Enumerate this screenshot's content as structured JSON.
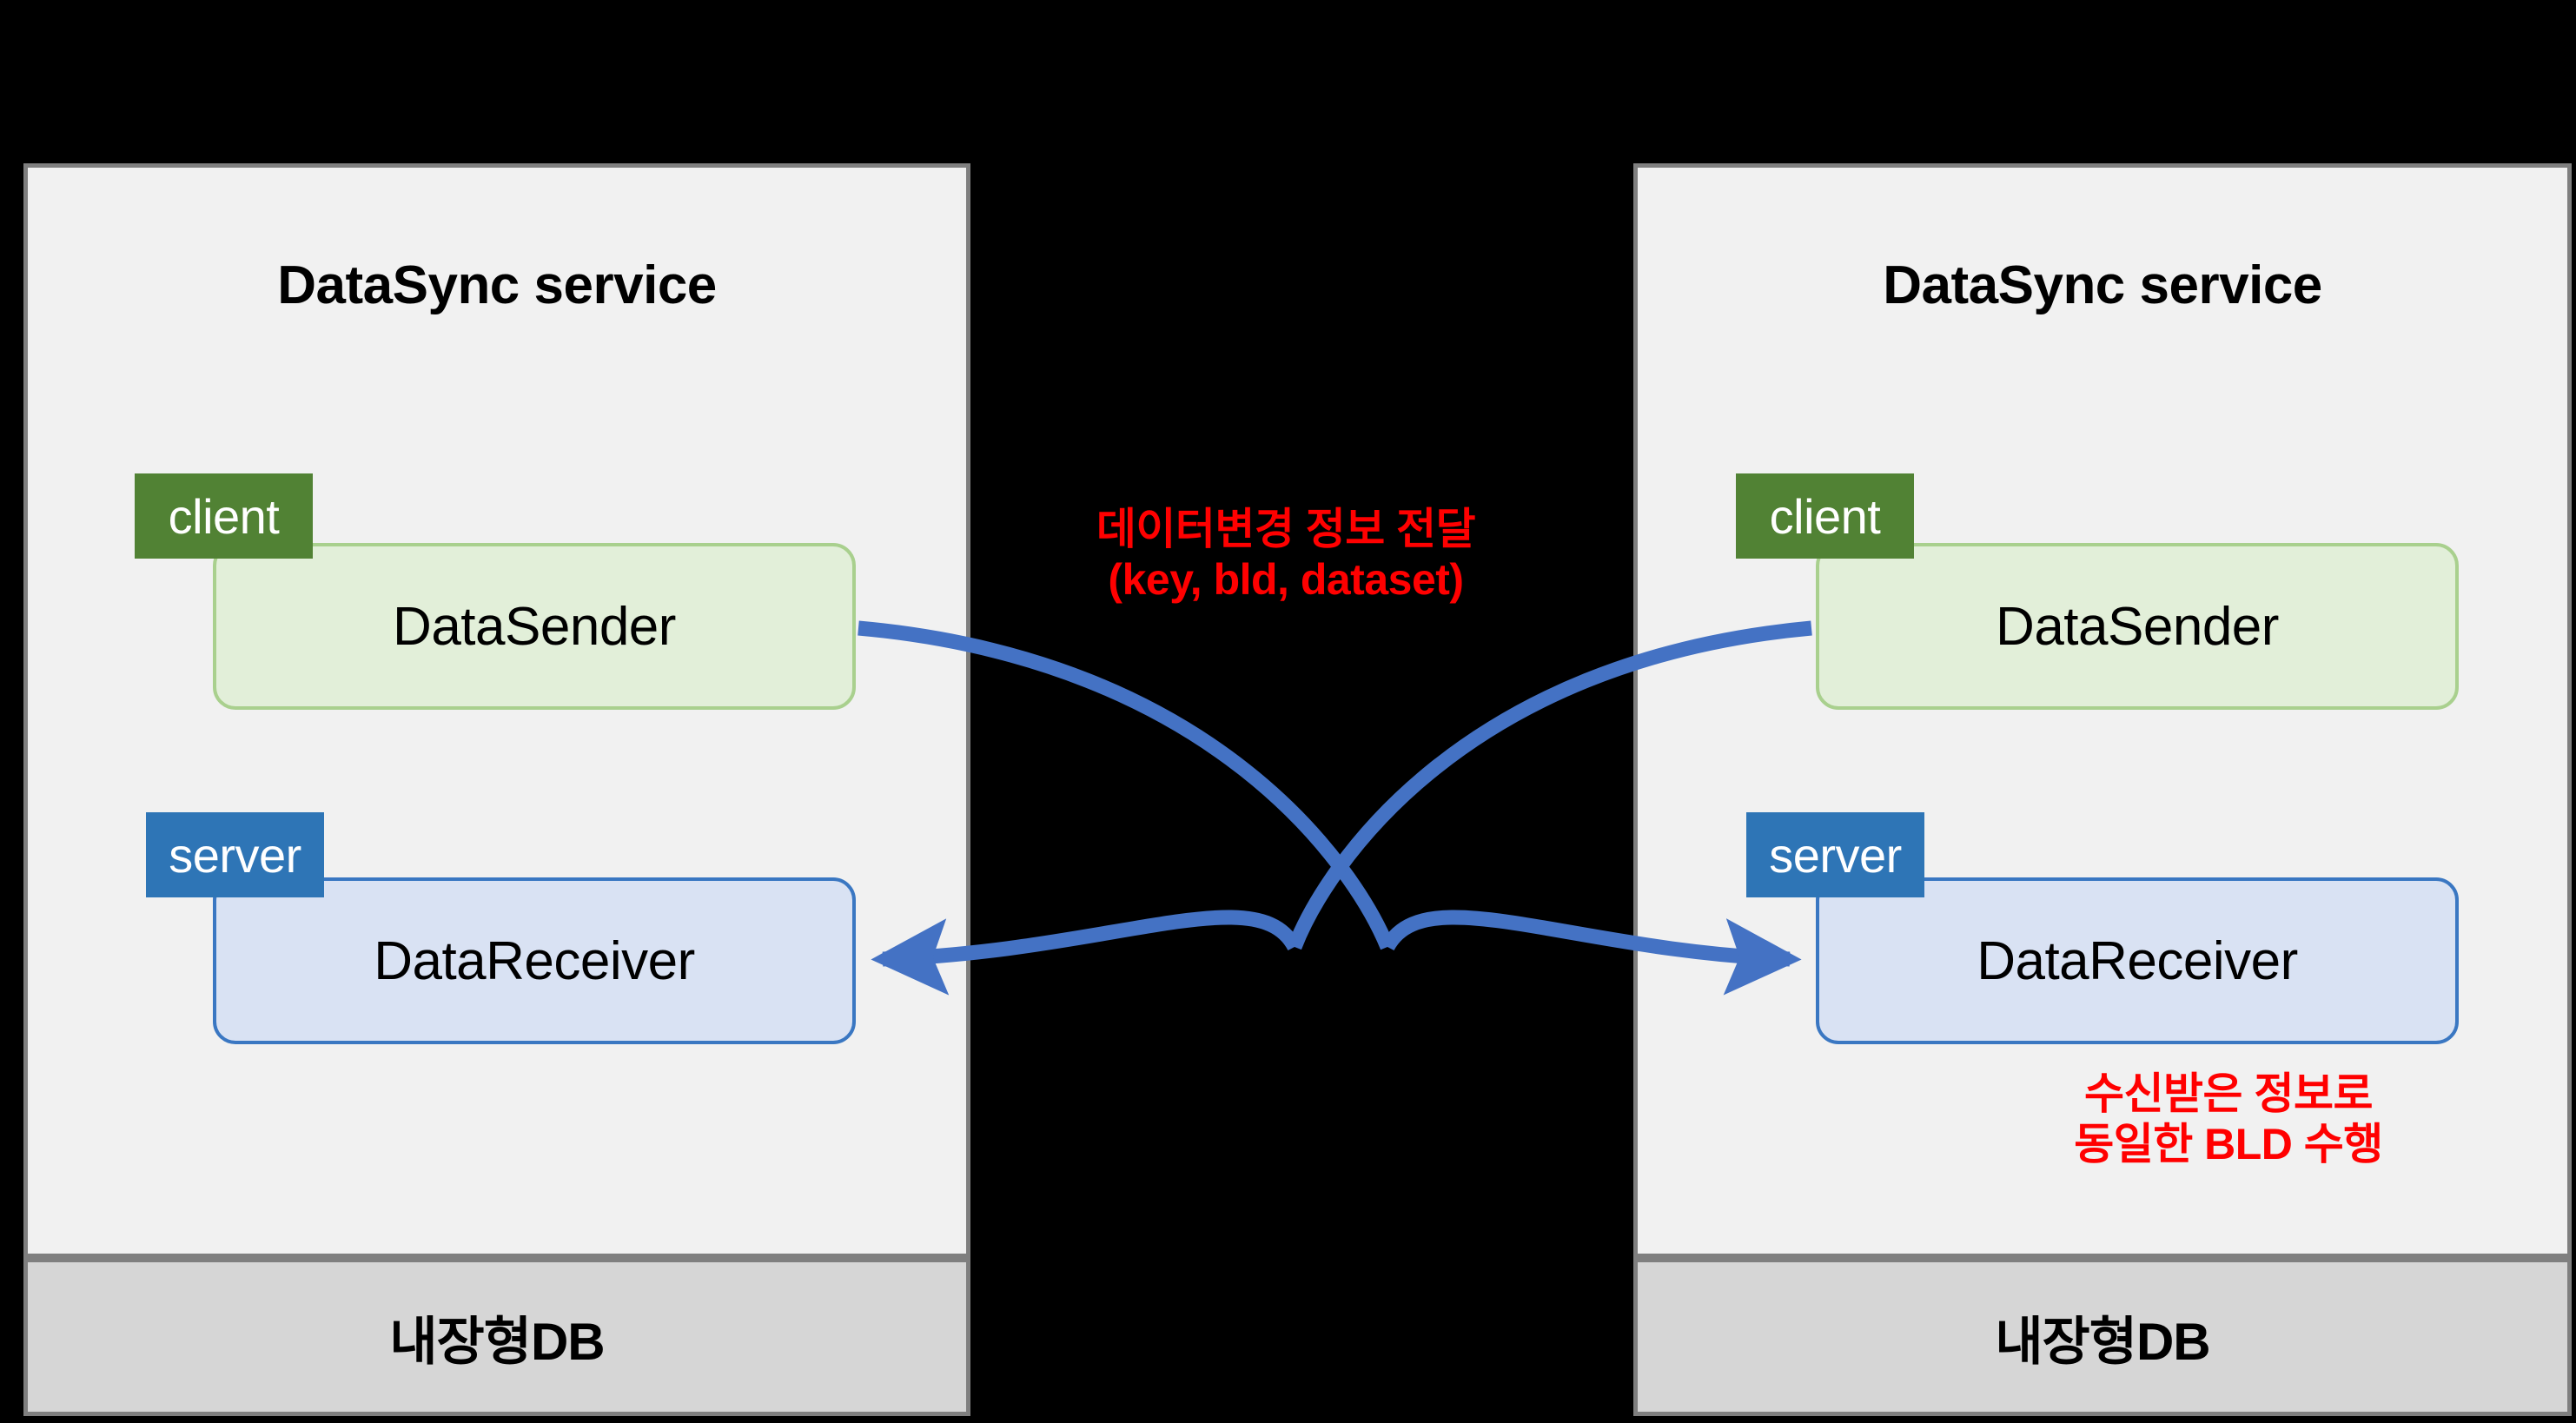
{
  "diagram": {
    "background_color": "#000000",
    "panels": [
      {
        "id": "left",
        "title": "DataSync service",
        "client_tag": "client",
        "sender_label": "DataSender",
        "server_tag": "server",
        "receiver_label": "DataReceiver",
        "db_label": "내장형DB"
      },
      {
        "id": "right",
        "title": "DataSync service",
        "client_tag": "client",
        "sender_label": "DataSender",
        "server_tag": "server",
        "receiver_label": "DataReceiver",
        "db_label": "내장형DB"
      }
    ],
    "annotations": {
      "transfer_note": "데이터변경 정보 전달\n(key, bld, dataset)",
      "apply_note": "수신받은 정보로\n동일한 BLD 수행"
    },
    "colors": {
      "panel_fill": "#F1F1F1",
      "panel_border": "#7F7F7F",
      "db_fill": "#D6D6D6",
      "client_tag": "#518234",
      "server_tag": "#2E75B6",
      "sender_fill": "#E2EFD9",
      "sender_border": "#A9D08E",
      "receiver_fill": "#D9E2F3",
      "receiver_border": "#3A77C2",
      "arrow": "#4472C4",
      "annotation": "#FF0000"
    },
    "flows": [
      {
        "name": "left-sender-to-right-receiver",
        "from": "left DataSender",
        "to": "right DataReceiver"
      },
      {
        "name": "right-sender-to-left-receiver",
        "from": "right DataSender",
        "to": "left DataReceiver"
      }
    ]
  }
}
